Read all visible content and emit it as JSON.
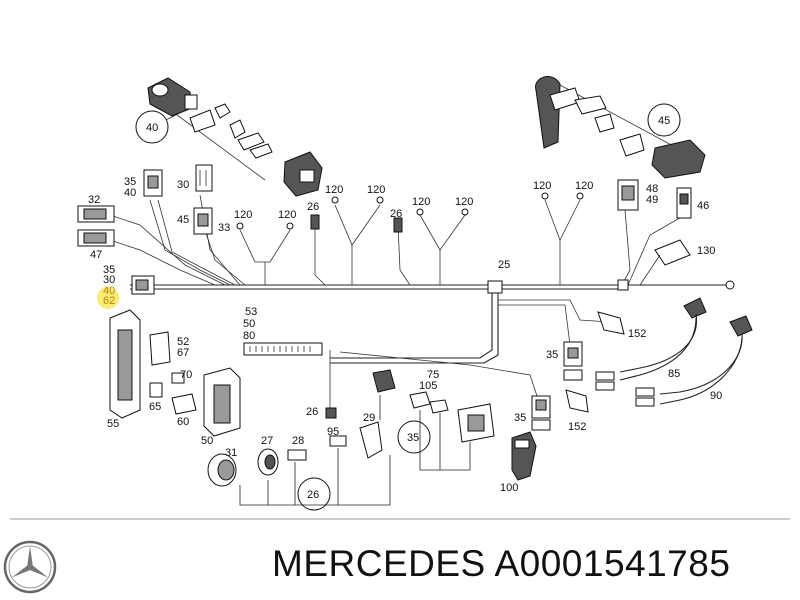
{
  "footer": {
    "brand": "MERCEDES",
    "part_number": "A0001541785"
  },
  "callouts": {
    "c40": "40",
    "c45": "45",
    "c35": "35",
    "c26": "26"
  },
  "labels": {
    "l35a": "35",
    "l40a": "40",
    "l30": "30",
    "l45": "45",
    "l33": "33",
    "l32": "32",
    "l47": "47",
    "l35b": "35",
    "l30b": "30",
    "l40b": "40",
    "l62": "62",
    "l120a": "120",
    "l120b": "120",
    "l26a": "26",
    "l120c": "120",
    "l120d": "120",
    "l26b": "26",
    "l120e": "120",
    "l120f": "120",
    "l120g": "120",
    "l48": "48",
    "l49": "49",
    "l46": "46",
    "l130": "130",
    "l25": "25",
    "l53": "53",
    "l50a": "50",
    "l80": "80",
    "l52": "52",
    "l67": "67",
    "l70": "70",
    "l65": "65",
    "l60": "60",
    "l55": "55",
    "l50b": "50",
    "l152a": "152",
    "l35c": "35",
    "l85": "85",
    "l90": "90",
    "l75": "75",
    "l105": "105",
    "l26c": "26",
    "l29": "29",
    "l35d": "35",
    "l152b": "152",
    "l27": "27",
    "l28": "28",
    "l95": "95",
    "l31": "31",
    "l100": "100"
  },
  "colors": {
    "highlight": "#f5e642",
    "highlight_text": "#b8860b",
    "line": "#222222"
  },
  "icons": {
    "logo": "mercedes-star-icon"
  }
}
